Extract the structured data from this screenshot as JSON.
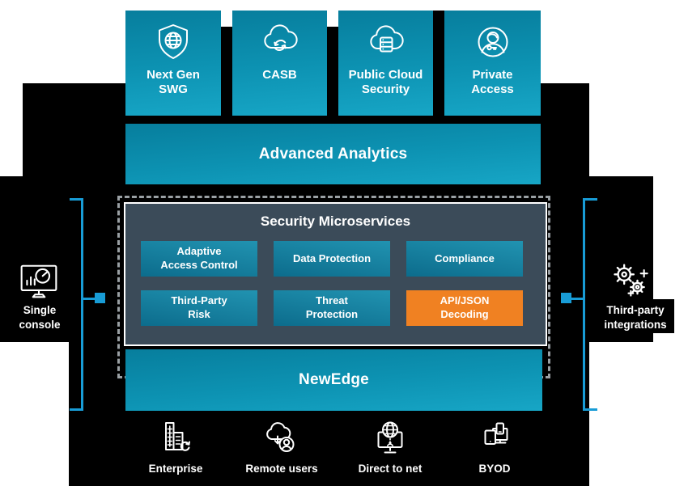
{
  "colors": {
    "background": "#ffffff",
    "backdrop": "#000000",
    "teal_top": "#077e9d",
    "teal_bottom": "#17a6c6",
    "svc_teal_top": "#2193b1",
    "svc_teal_bottom": "#0c6c8c",
    "slate_panel": "#3b4b59",
    "orange_highlight": "#f08122",
    "accent_blue": "#189cd6",
    "dash_gray": "#9aa0a4",
    "text": "#ffffff"
  },
  "products": [
    {
      "label": "Next Gen SWG",
      "lines": [
        "Next Gen",
        "SWG"
      ],
      "icon": "shield-globe-icon"
    },
    {
      "label": "CASB",
      "lines": [
        "CASB"
      ],
      "icon": "cloud-sync-icon"
    },
    {
      "label": "Public Cloud Security",
      "lines": [
        "Public Cloud",
        "Security"
      ],
      "icon": "cloud-server-icon"
    },
    {
      "label": "Private Access",
      "lines": [
        "Private",
        "Access"
      ],
      "icon": "user-key-icon"
    }
  ],
  "analytics": {
    "label": "Advanced Analytics"
  },
  "microservices": {
    "title": "Security Microservices",
    "items": [
      {
        "label": "Adaptive Access Control",
        "lines": [
          "Adaptive",
          "Access Control"
        ],
        "highlight": false
      },
      {
        "label": "Data Protection",
        "lines": [
          "Data Protection"
        ],
        "highlight": false
      },
      {
        "label": "Compliance",
        "lines": [
          "Compliance"
        ],
        "highlight": false
      },
      {
        "label": "Third-Party Risk",
        "lines": [
          "Third-Party",
          "Risk"
        ],
        "highlight": false
      },
      {
        "label": "Threat Protection",
        "lines": [
          "Threat",
          "Protection"
        ],
        "highlight": false
      },
      {
        "label": "API/JSON Decoding",
        "lines": [
          "API/JSON",
          "Decoding"
        ],
        "highlight": true
      }
    ]
  },
  "newedge": {
    "label": "NewEdge"
  },
  "left_connector": {
    "label": "Single console",
    "lines": [
      "Single",
      "console"
    ],
    "icon": "analytics-console-icon"
  },
  "right_connector": {
    "label": "Third-party integrations",
    "lines": [
      "Third-party",
      "integrations"
    ],
    "icon": "gears-icon"
  },
  "endpoints": [
    {
      "label": "Enterprise",
      "icon": "buildings-icon"
    },
    {
      "label": "Remote users",
      "icon": "cloud-user-icon"
    },
    {
      "label": "Direct to net",
      "icon": "monitor-globe-icon"
    },
    {
      "label": "BYOD",
      "icon": "devices-icon"
    }
  ]
}
